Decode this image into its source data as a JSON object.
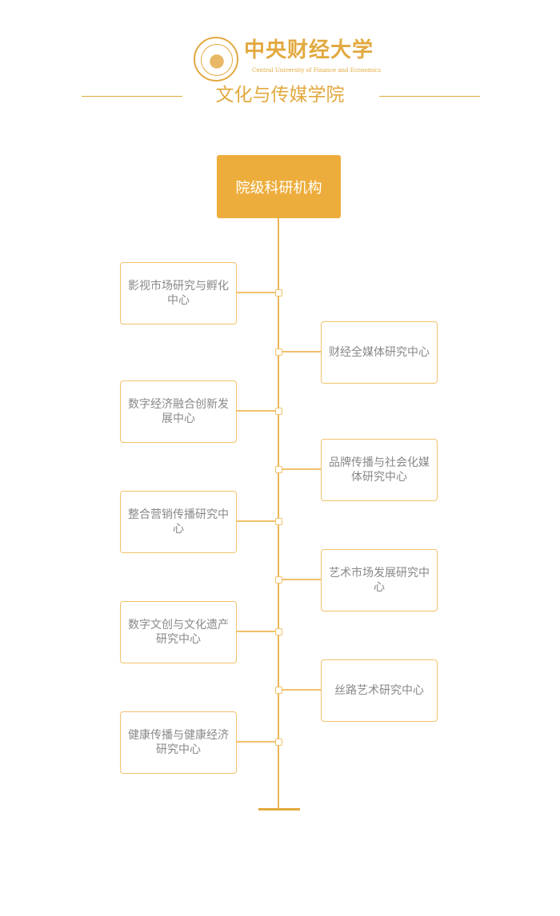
{
  "header": {
    "university_cn": "中央财经大学",
    "university_en": "Central University of Finance and Economics",
    "department": "文化与传媒学院"
  },
  "root": {
    "label": "院级科研机构"
  },
  "centers": [
    {
      "label": "影视市场研究与孵化中心",
      "side": "left"
    },
    {
      "label": "财经全媒体研究中心",
      "side": "right"
    },
    {
      "label": "数字经济融合创新发展中心",
      "side": "left"
    },
    {
      "label": "品牌传播与社会化媒体研究中心",
      "side": "right"
    },
    {
      "label": "整合营销传播研究中心",
      "side": "left"
    },
    {
      "label": "艺术市场发展研究中心",
      "side": "right"
    },
    {
      "label": "数字文创与文化遗产研究中心",
      "side": "left"
    },
    {
      "label": "丝路艺术研究中心",
      "side": "right"
    },
    {
      "label": "健康传播与健康经济研究中心",
      "side": "left"
    }
  ],
  "colors": {
    "accent": "#EDAD3C",
    "border": "#F2C16B",
    "text": "#888888"
  }
}
